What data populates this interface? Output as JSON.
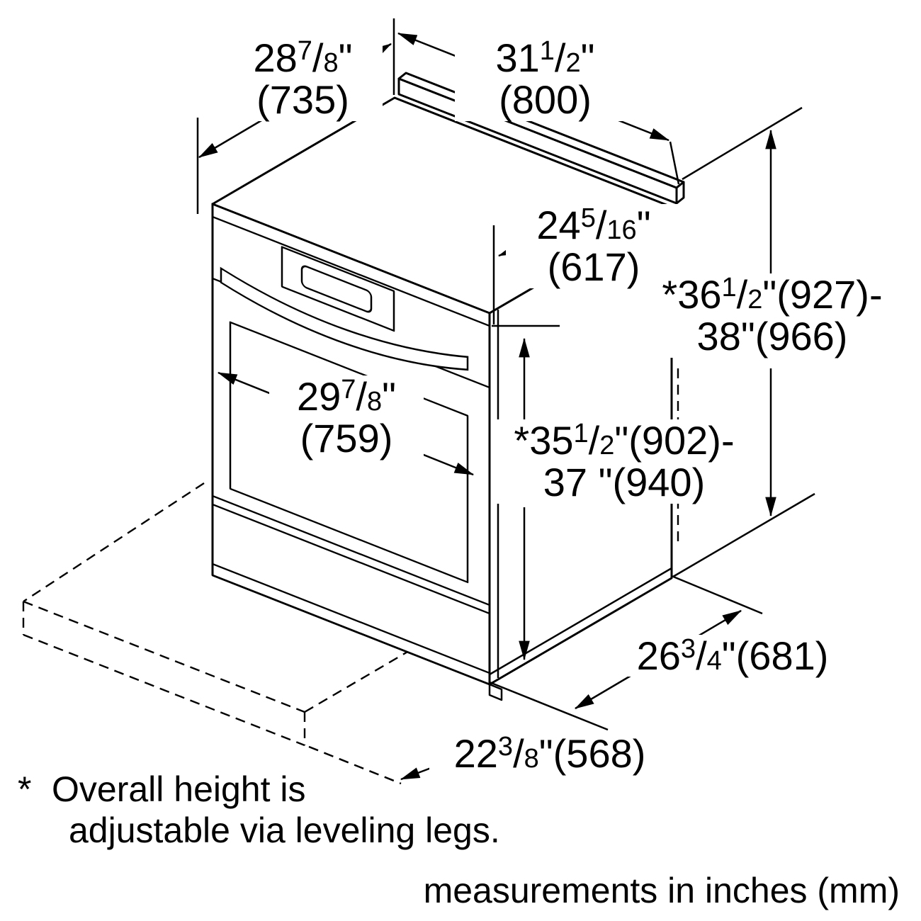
{
  "colors": {
    "line": "#000000",
    "background": "#ffffff"
  },
  "glyphs": {
    "fraction_slash": "/"
  },
  "dims": {
    "top_depth": {
      "whole": "28",
      "num": "7",
      "den": "8",
      "suffix": "\"",
      "line2": "(735)"
    },
    "top_width": {
      "whole": "31",
      "num": "1",
      "den": "2",
      "suffix": "\"",
      "line2": "(800)"
    },
    "cutout_depth": {
      "whole": "24",
      "num": "5",
      "den": "16",
      "suffix": "\"",
      "line2": "(617)"
    },
    "overall_height": {
      "prefix": "*",
      "whole": "36",
      "num": "1",
      "den": "2",
      "suffix": "\"(927)-",
      "line2": "38\"(966)"
    },
    "door_width": {
      "whole": "29",
      "num": "7",
      "den": "8",
      "suffix": "\"",
      "line2": "(759)"
    },
    "counter_height": {
      "prefix": "*",
      "whole": "35",
      "num": "1",
      "den": "2",
      "suffix": "\"(902)-",
      "line2": "37 \"(940)"
    },
    "base_depth": {
      "whole": "26",
      "num": "3",
      "den": "4",
      "suffix": "\"(681)"
    },
    "base_width": {
      "whole": "22",
      "num": "3",
      "den": "8",
      "suffix": "\"(568)"
    }
  },
  "notes": {
    "footnote_star": "*",
    "footnote_line1": "Overall height is",
    "footnote_line2": "adjustable via leveling legs.",
    "units": "measurements in inches (mm)"
  }
}
